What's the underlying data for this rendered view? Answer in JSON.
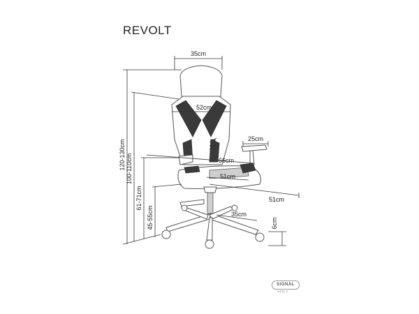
{
  "product": {
    "title": "REVOLT"
  },
  "dimensions": {
    "headrest_width": "35cm",
    "back_width": "52cm",
    "armrest_width": "25cm",
    "overall_width": "66cm",
    "seat_width": "51cm",
    "seat_depth": "51cm",
    "base_radius": "35cm",
    "caster_height": "6cm",
    "total_height": "120-130cm",
    "back_height": "100-110cm",
    "arm_height": "61-71cm",
    "seat_height": "45-55cm"
  },
  "brand": {
    "logo": "SIGNAL",
    "sub": "MEBLE"
  }
}
